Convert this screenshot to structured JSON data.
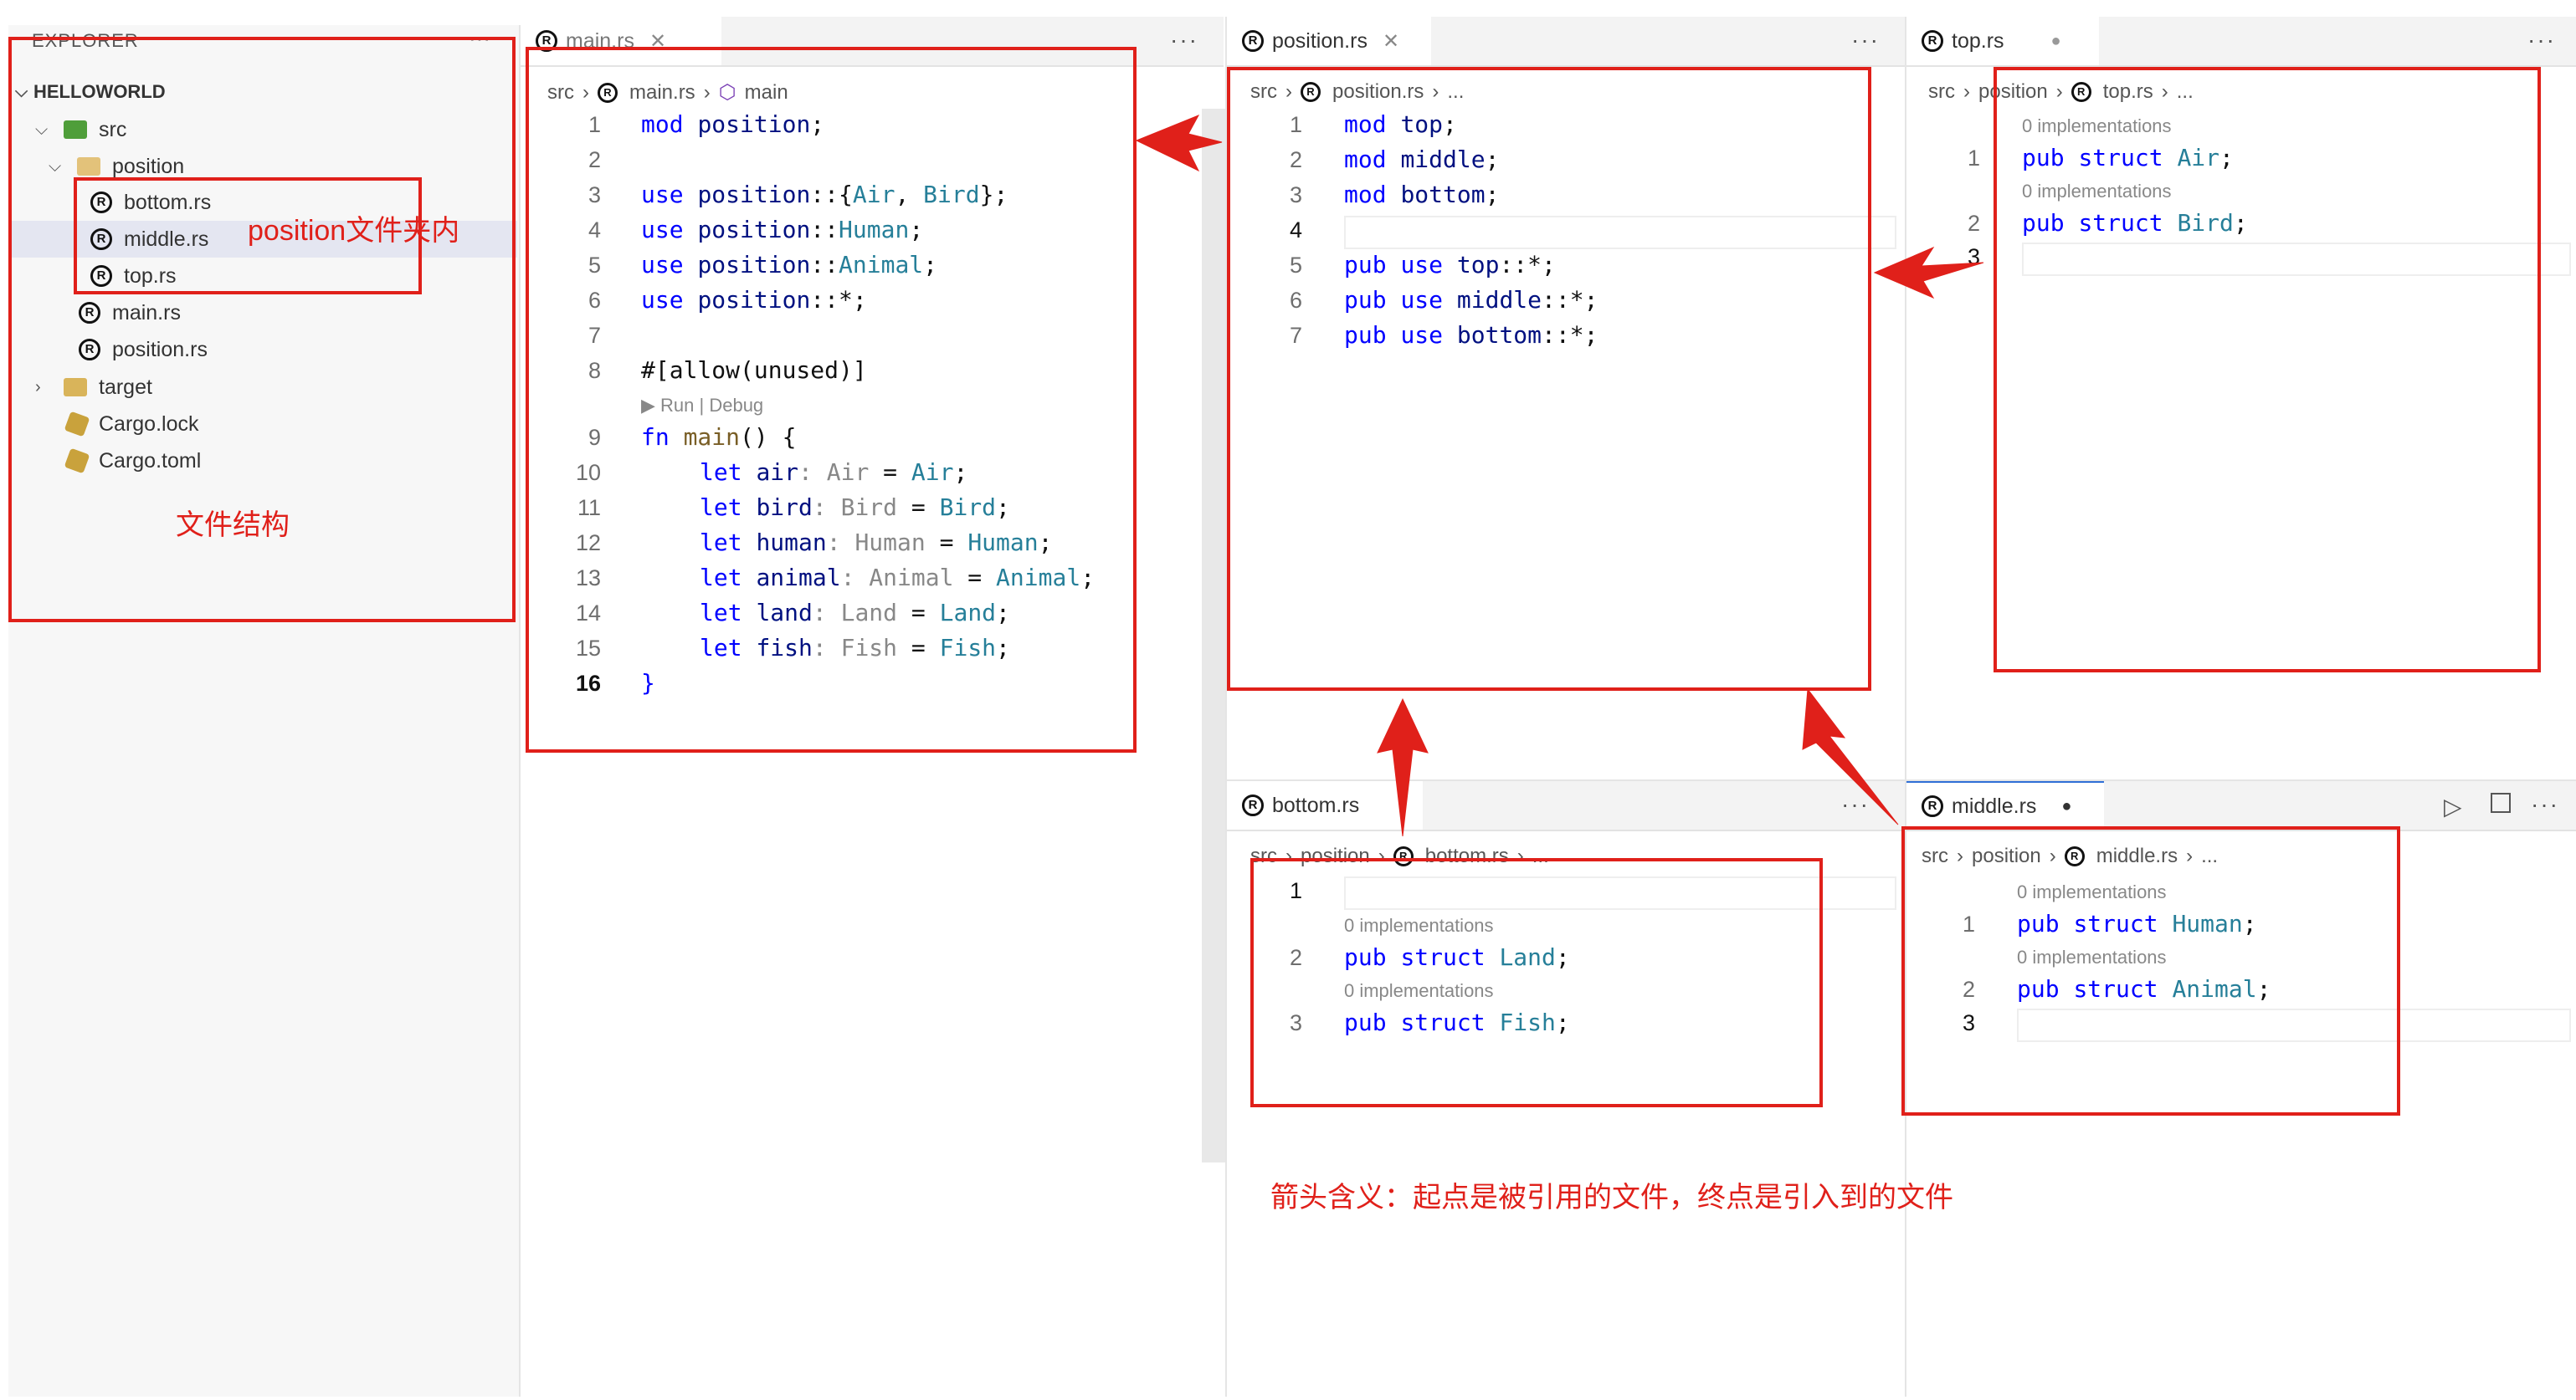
{
  "explorer": {
    "title": "EXPLORER",
    "more": "···",
    "project": "HELLOWORLD",
    "items": [
      {
        "label": "src"
      },
      {
        "label": "position"
      },
      {
        "label": "bottom.rs"
      },
      {
        "label": "middle.rs"
      },
      {
        "label": "top.rs"
      },
      {
        "label": "main.rs"
      },
      {
        "label": "position.rs"
      },
      {
        "label": "target"
      },
      {
        "label": "Cargo.lock"
      },
      {
        "label": "Cargo.toml"
      }
    ]
  },
  "annotations": {
    "position_folder": "position文件夹内",
    "file_structure": "文件结构",
    "arrow_meaning": "箭头含义：起点是被引用的文件，终点是引入到的文件"
  },
  "main_pane": {
    "tab": "main.rs",
    "crumb": [
      "src",
      "main.rs",
      "main"
    ],
    "run_debug": "▶ Run | Debug",
    "lines": [
      "1",
      "2",
      "3",
      "4",
      "5",
      "6",
      "7",
      "8",
      "9",
      "10",
      "11",
      "12",
      "13",
      "14",
      "15",
      "16"
    ]
  },
  "position_pane": {
    "tab": "position.rs",
    "crumb": [
      "src",
      "position.rs",
      "..."
    ],
    "lines": [
      "1",
      "2",
      "3",
      "4",
      "5",
      "6",
      "7"
    ]
  },
  "top_pane": {
    "tab": "top.rs",
    "crumb": [
      "src",
      "position",
      "top.rs",
      "..."
    ],
    "hint": "0 implementations",
    "lines": [
      "1",
      "2",
      "3"
    ]
  },
  "bottom_pane": {
    "tab": "bottom.rs",
    "crumb": [
      "src",
      "position",
      "bottom.rs",
      "..."
    ],
    "hint": "0 implementations",
    "lines": [
      "1",
      "2",
      "3"
    ]
  },
  "middle_pane": {
    "tab": "middle.rs",
    "crumb": [
      "src",
      "position",
      "middle.rs",
      "..."
    ],
    "hint": "0 implementations",
    "lines": [
      "1",
      "2",
      "3"
    ]
  },
  "colors": {
    "annotation": "#e0201a",
    "keyword": "#0000ff",
    "type": "#267f99"
  }
}
